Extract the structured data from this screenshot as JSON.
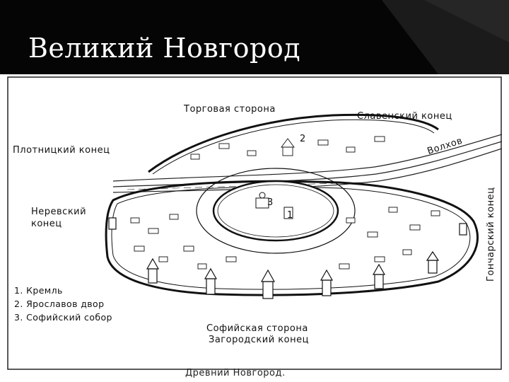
{
  "slide": {
    "title": "Великий Новгород",
    "caption": "Древний Новгород."
  },
  "map": {
    "labels": {
      "torgovaya": "Торговая сторона",
      "slavensky": "Славенский конец",
      "plotnitsky": "Плотницкий конец",
      "volkhov": "Волхов",
      "nerevsky_1": "Неревский",
      "nerevsky_2": "конец",
      "goncharsky": "Гончарский конец",
      "sofiyskaya": "Софийская сторона",
      "zagorodsky": "Загородский конец"
    },
    "markers": [
      "1",
      "2",
      "3"
    ],
    "legend": [
      "1. Кремль",
      "2. Ярославов двор",
      "3. Софийский собор"
    ]
  },
  "colors": {
    "header_bg": "#050505",
    "title": "#ffffff",
    "ink": "#111111",
    "paper": "#ffffff"
  }
}
